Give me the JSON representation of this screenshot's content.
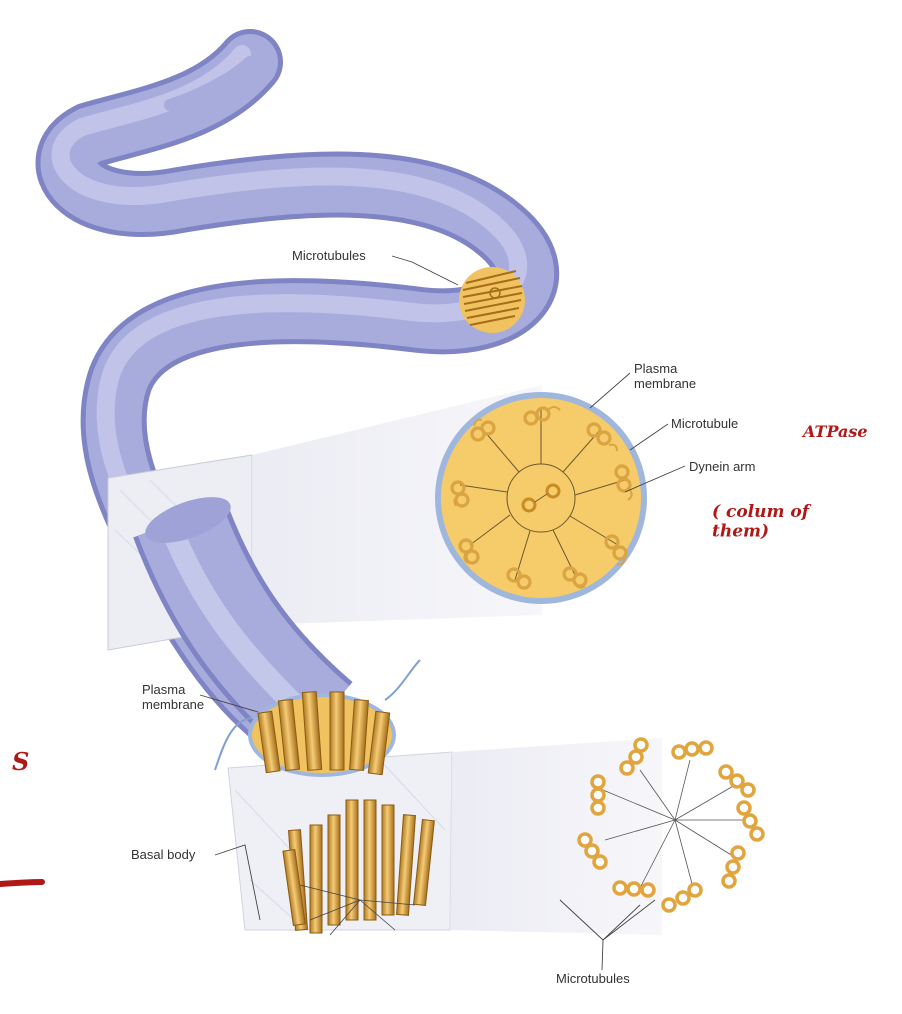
{
  "labels": {
    "microtubules_top": "Microtubules",
    "plasma_membrane_cross": "Plasma\nmembrane",
    "microtubule_cross": "Microtubule",
    "dynein_arm": "Dynein arm",
    "plasma_membrane_base": "Plasma\nmembrane",
    "basal_body": "Basal body",
    "microtubules_bottom": "Microtubules"
  },
  "annotations": {
    "atpase": "ATPase",
    "column_note": "( colum of\nthem)",
    "margin_s": "S"
  },
  "colors": {
    "flagellum": "#a8acdc",
    "flagellum_dark": "#7e84c4",
    "flagellum_light": "#d6d8f2",
    "cytoplasm": "#f6cb6a",
    "microtubule": "#d9a441",
    "membrane": "#9fb6dd",
    "plane": "#eeeff5",
    "ink": "#b01818"
  }
}
